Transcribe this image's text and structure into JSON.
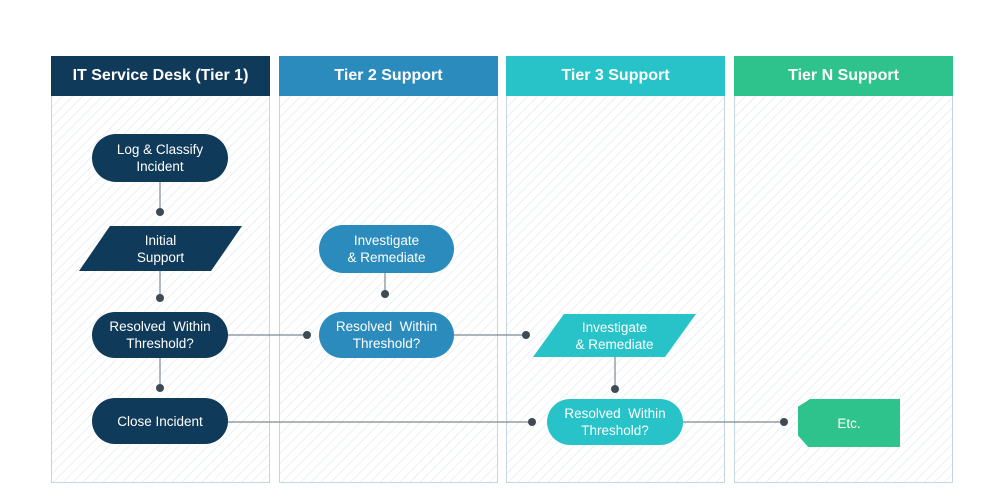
{
  "colors": {
    "tier1": "#0f3a5a",
    "tier2": "#2b8bbd",
    "tier3": "#27c3c9",
    "tierN": "#2ec28c",
    "connector": "#7e8a93",
    "dot": "#3e4a54"
  },
  "lanes": [
    {
      "title": "IT Service Desk (Tier 1)"
    },
    {
      "title": "Tier 2 Support"
    },
    {
      "title": "Tier 3 Support"
    },
    {
      "title": "Tier N Support"
    }
  ],
  "nodes": {
    "log_classify": "Log & Classify\nIncident",
    "initial_support": "Initial\nSupport",
    "resolved_t1": "Resolved  Within\nThreshold?",
    "close_incident": "Close Incident",
    "investigate_t2": "Investigate\n& Remediate",
    "resolved_t2": "Resolved  Within\nThreshold?",
    "investigate_t3": "Investigate\n& Remediate",
    "resolved_t3": "Resolved  Within\nThreshold?",
    "etc": "Etc."
  }
}
